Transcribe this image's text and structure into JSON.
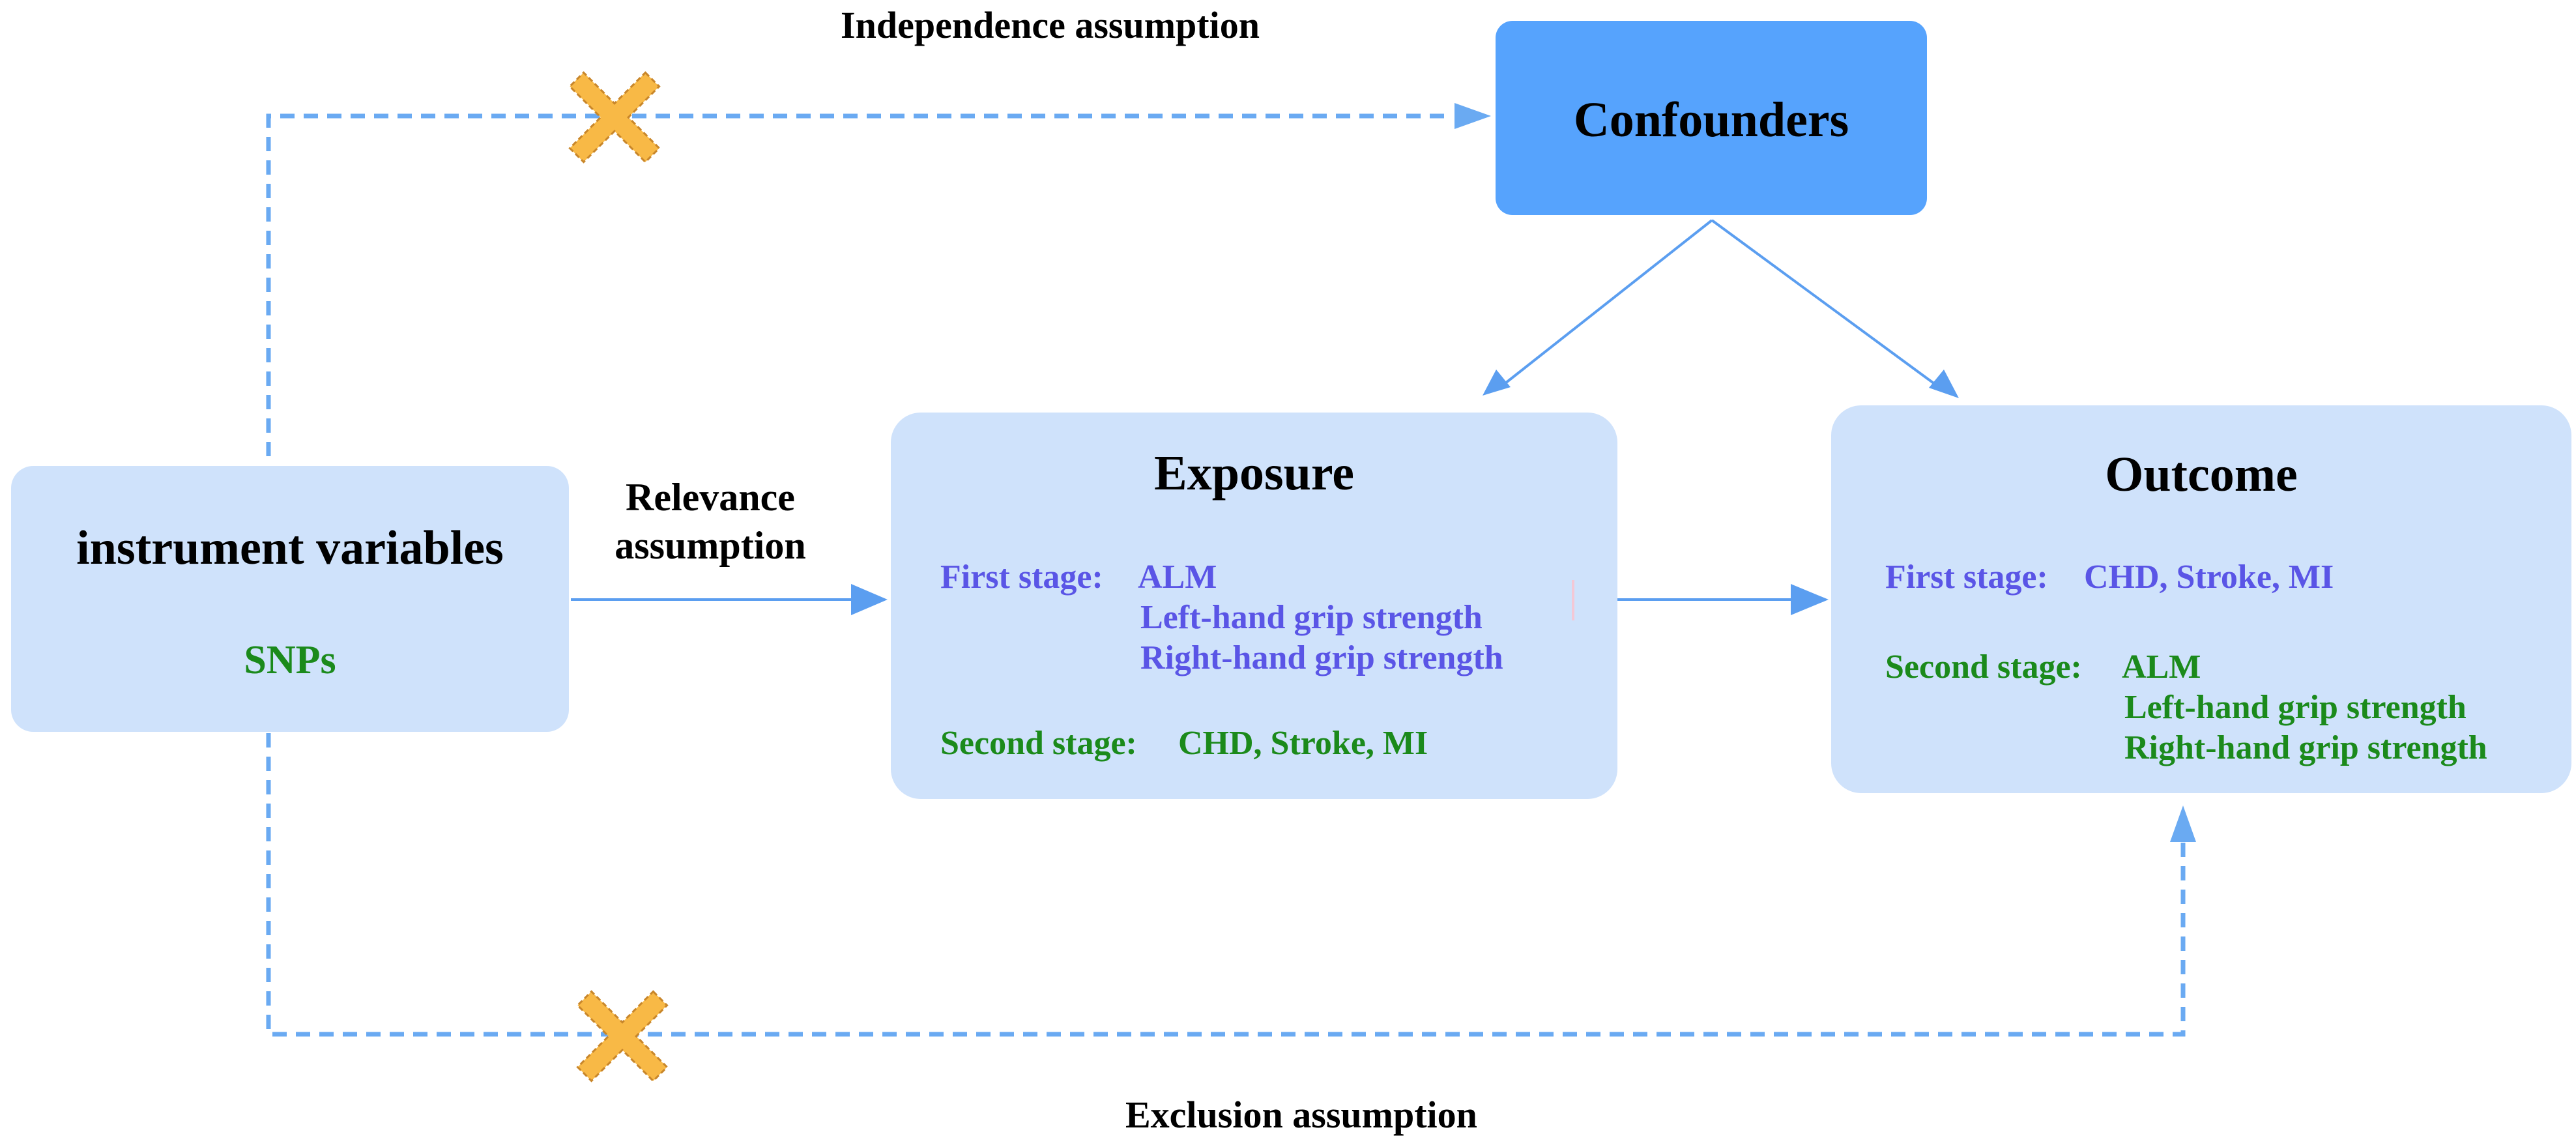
{
  "colors": {
    "box_fill": "#cfe2fb",
    "confounder_fill": "#56a3fd",
    "arrow_blue": "#5b9ef0",
    "purple_text": "#5a55e6",
    "green_text": "#1b8a1b",
    "cross_orange": "#f8b946"
  },
  "assumptions": {
    "independence": "Independence assumption",
    "relevance_line1": "Relevance",
    "relevance_line2": "assumption",
    "exclusion": "Exclusion assumption"
  },
  "confounders": {
    "title": "Confounders"
  },
  "instrument": {
    "title": "instrument variables",
    "subtitle": "SNPs"
  },
  "exposure": {
    "title": "Exposure",
    "first_stage_label": "First stage:",
    "first_stage_items": [
      "ALM",
      "Left-hand grip strength",
      "Right-hand grip strength"
    ],
    "second_stage_label": "Second stage:",
    "second_stage_items": [
      "CHD, Stroke, MI"
    ]
  },
  "outcome": {
    "title": "Outcome",
    "first_stage_label": "First stage:",
    "first_stage_items": [
      "CHD, Stroke, MI"
    ],
    "second_stage_label": "Second stage:",
    "second_stage_items": [
      "ALM",
      "Left-hand grip strength",
      "Right-hand grip strength"
    ]
  },
  "violated_paths": [
    "independence-cross-icon",
    "exclusion-cross-icon"
  ]
}
